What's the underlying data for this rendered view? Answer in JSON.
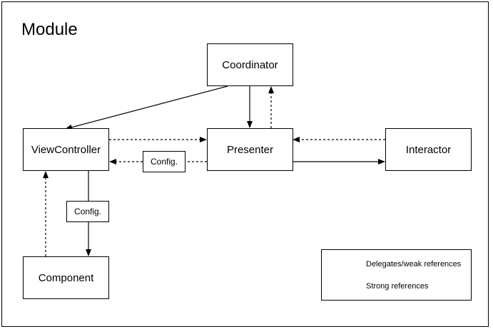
{
  "diagram": {
    "title": "Module",
    "nodes": {
      "coordinator": "Coordinator",
      "view_controller": "ViewController",
      "presenter": "Presenter",
      "interactor": "Interactor",
      "component": "Component"
    },
    "edge_labels": {
      "presenter_to_view_controller": "Config.",
      "view_controller_to_component": "Config."
    },
    "edges": [
      {
        "from": "coordinator",
        "to": "view_controller",
        "style": "strong"
      },
      {
        "from": "coordinator",
        "to": "presenter",
        "style": "strong"
      },
      {
        "from": "presenter",
        "to": "coordinator",
        "style": "delegate"
      },
      {
        "from": "view_controller",
        "to": "presenter",
        "style": "delegate"
      },
      {
        "from": "presenter",
        "to": "view_controller",
        "style": "delegate",
        "label": "Config."
      },
      {
        "from": "interactor",
        "to": "presenter",
        "style": "delegate"
      },
      {
        "from": "presenter",
        "to": "interactor",
        "style": "strong"
      },
      {
        "from": "view_controller",
        "to": "component",
        "style": "strong",
        "label": "Config."
      },
      {
        "from": "component",
        "to": "view_controller",
        "style": "delegate"
      }
    ],
    "legend": {
      "delegates": "Delegates/weak references",
      "strong": "Strong references"
    }
  }
}
